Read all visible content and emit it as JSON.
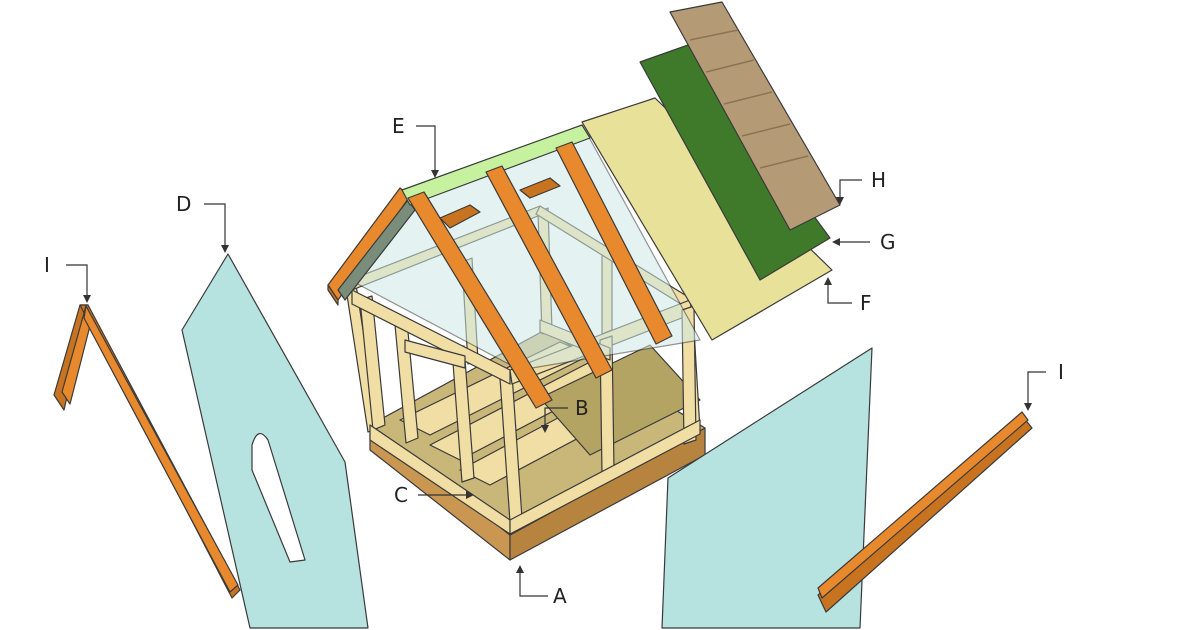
{
  "colors": {
    "lumber": "#f0dea4",
    "lumber_dark": "#cdb97a",
    "base_frame": "#c99752",
    "rafter": "#e8892e",
    "ridge": "#c6f2a0",
    "panel": "#b6e2e0",
    "plywood_roof": "#e8e19a",
    "felt": "#3f7a2a",
    "shingles": "#b59a76",
    "floor": "#c9b77a"
  },
  "labels": {
    "a": "A",
    "b": "B",
    "c": "C",
    "d": "D",
    "e": "E",
    "f": "F",
    "g": "G",
    "h": "H",
    "i_left": "I",
    "i_right": "I"
  }
}
